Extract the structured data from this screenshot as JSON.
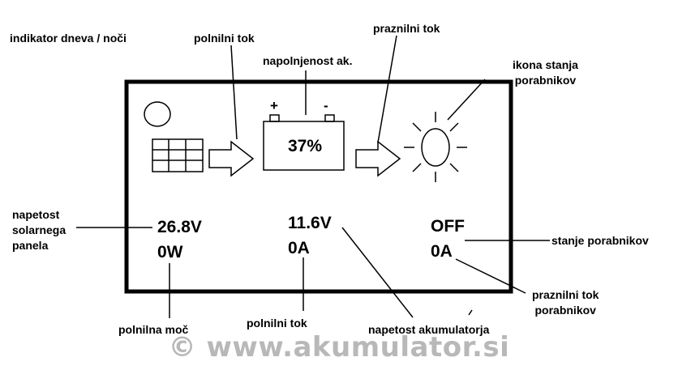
{
  "annotations": {
    "day_night": "indikator  dneva / noči",
    "charge_current_top": "polnilni tok",
    "battery_charge": "napolnjenost ak.",
    "discharge_current": "praznilni tok",
    "consumer_icon": "ikona stanja\nporabnikov",
    "panel_voltage": "napetost\nsolarnega\npanela",
    "consumer_state": "stanje porabnikov",
    "consumer_discharge": "praznilni tok\nporabnikov",
    "charge_power": "polnilna moč",
    "charge_current_bottom": "polnilni tok",
    "battery_voltage": "napetost akumulatorja"
  },
  "display": {
    "battery_percent": "37%",
    "battery_plus": "+",
    "battery_minus": "-",
    "panel_voltage": "26.8V",
    "panel_power": "0W",
    "battery_voltage": "11.6V",
    "charge_current": "0A",
    "consumer_state": "OFF",
    "consumer_current": "0A"
  },
  "footer": "© www.akumulator.si",
  "colors": {
    "line": "#000000",
    "watermark": "#b8b8b8"
  }
}
